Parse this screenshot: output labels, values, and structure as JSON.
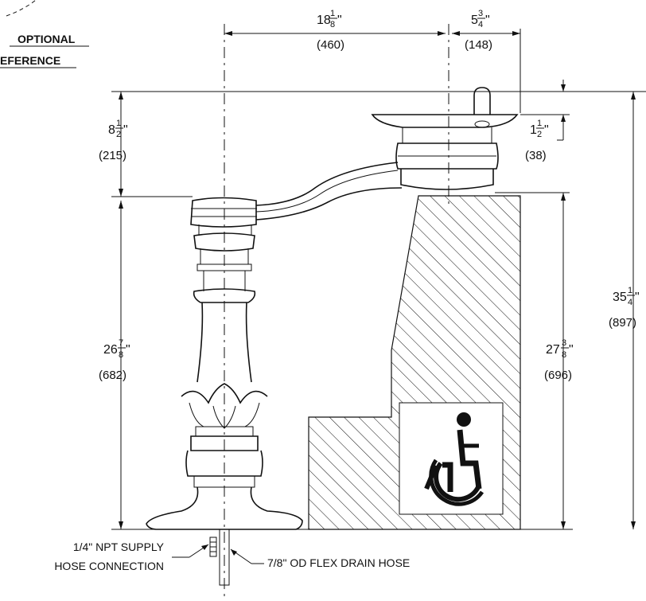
{
  "header": {
    "line1": "OPTIONAL",
    "line2": "EFERENCE"
  },
  "dims": {
    "width_main": {
      "whole": "18",
      "num": "1",
      "den": "8",
      "mm": "(460)"
    },
    "width_bubbler": {
      "whole": "5",
      "num": "3",
      "den": "4",
      "mm": "(148)"
    },
    "arm_height": {
      "whole": "8",
      "num": "1",
      "den": "2",
      "mm": "(215)"
    },
    "bowl_height": {
      "whole": "1",
      "num": "1",
      "den": "2",
      "mm": "(38)"
    },
    "post_height": {
      "whole": "26",
      "num": "7",
      "den": "8",
      "mm": "(682)"
    },
    "pedestal_height": {
      "whole": "27",
      "num": "3",
      "den": "8",
      "mm": "(696)"
    },
    "total_height": {
      "whole": "35",
      "num": "1",
      "den": "4",
      "mm": "(897)"
    }
  },
  "callouts": {
    "supply_line1": "1/4\" NPT SUPPLY",
    "supply_line2": "HOSE CONNECTION",
    "drain": "7/8\" OD FLEX DRAIN HOSE"
  },
  "inch_mark": "\""
}
